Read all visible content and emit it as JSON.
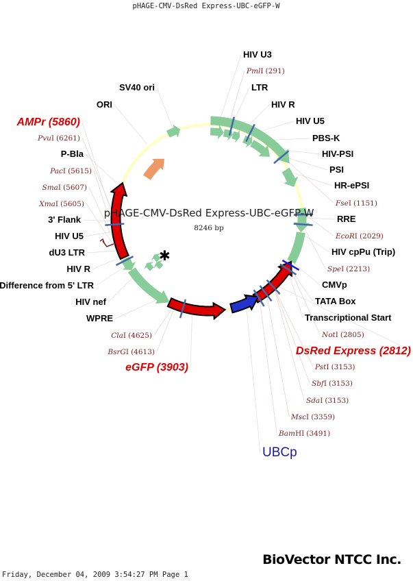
{
  "header": {
    "title": "pHAGE-CMV-DsRed Express-UBC-eGFP-W"
  },
  "map": {
    "name": "pHAGE-CMV-DsRed Express-UBC-eGFP-W",
    "length": "8246 bp",
    "colors": {
      "backbone": "#ffffc0",
      "feature": "#88cc99",
      "gene": "#dd0000",
      "promoter": "#2233cc",
      "ori": "#ee9966",
      "site": "#4466aa"
    }
  },
  "features_right": [
    "HIV U3",
    "LTR",
    "HIV R",
    "HIV U5",
    "PBS-K",
    "HIV-PSI",
    "PSI",
    "HR-ePSI",
    "RRE",
    "HIV cpPu (Trip)",
    "CMVp",
    "TATA Box",
    "Transcriptional Start"
  ],
  "features_left": [
    "SV40 ori",
    "ORI",
    "P-Bla",
    "3' Flank",
    "HIV U5",
    "dU3 LTR",
    "HIV R",
    "Difference from 5' LTR",
    "HIV nef",
    "WPRE"
  ],
  "enzymes": [
    {
      "name": "Pml",
      "suffix": "I",
      "pos": "(291)"
    },
    {
      "name": "Fse",
      "suffix": "I",
      "pos": "(1151)"
    },
    {
      "name": "EcoR",
      "suffix": "I",
      "pos": "(2029)"
    },
    {
      "name": "Spe",
      "suffix": "I",
      "pos": "(2213)"
    },
    {
      "name": "Not",
      "suffix": "I",
      "pos": "(2805)"
    },
    {
      "name": "Pst",
      "suffix": "I",
      "pos": "(3153)"
    },
    {
      "name": "Sbf",
      "suffix": "I",
      "pos": "(3153)"
    },
    {
      "name": "Sda",
      "suffix": "I",
      "pos": "(3153)"
    },
    {
      "name": "Msc",
      "suffix": "I",
      "pos": "(3359)"
    },
    {
      "name": "Bam",
      "suffix": "HI",
      "pos": "(3491)"
    },
    {
      "name": "Pvu",
      "suffix": "I",
      "pos": "(6261)"
    },
    {
      "name": "Pac",
      "suffix": "I",
      "pos": "(5615)"
    },
    {
      "name": "Sma",
      "suffix": "I",
      "pos": "(5607)"
    },
    {
      "name": "Xma",
      "suffix": "I",
      "pos": "(5605)"
    },
    {
      "name": "Cla",
      "suffix": "I",
      "pos": "(4625)"
    },
    {
      "name": "BsrG",
      "suffix": "I",
      "pos": "(4613)"
    }
  ],
  "genes": [
    {
      "label": "DsRed Express (2812)",
      "color": "#dd0000"
    },
    {
      "label": "eGFP (3903)",
      "color": "#dd0000"
    },
    {
      "label": "AMPr (5860)",
      "color": "#dd0000"
    },
    {
      "label": "UBCp",
      "color": "#1a1aa0"
    }
  ],
  "footer": {
    "timestamp": "Friday, December 04, 2009 3:54:27 PM Page 1",
    "company": "BioVector NTCC Inc."
  }
}
